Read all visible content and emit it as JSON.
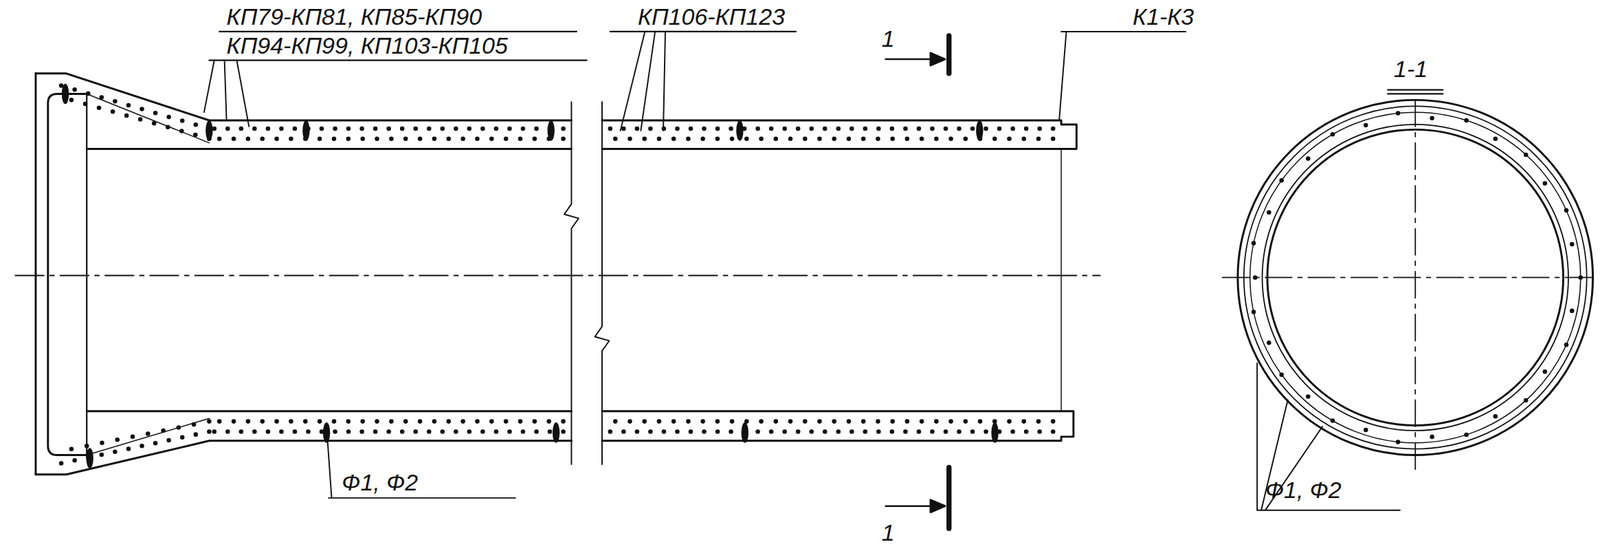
{
  "diagram": {
    "labels": [
      "КП79-КП81, КП85-КП90",
      "КП94-КП99, КП103-КП105",
      "КП106-КП123",
      "1",
      "К1-К3",
      "1-1",
      "Ф1, Ф2",
      "1",
      "Ф1, Ф2"
    ]
  }
}
